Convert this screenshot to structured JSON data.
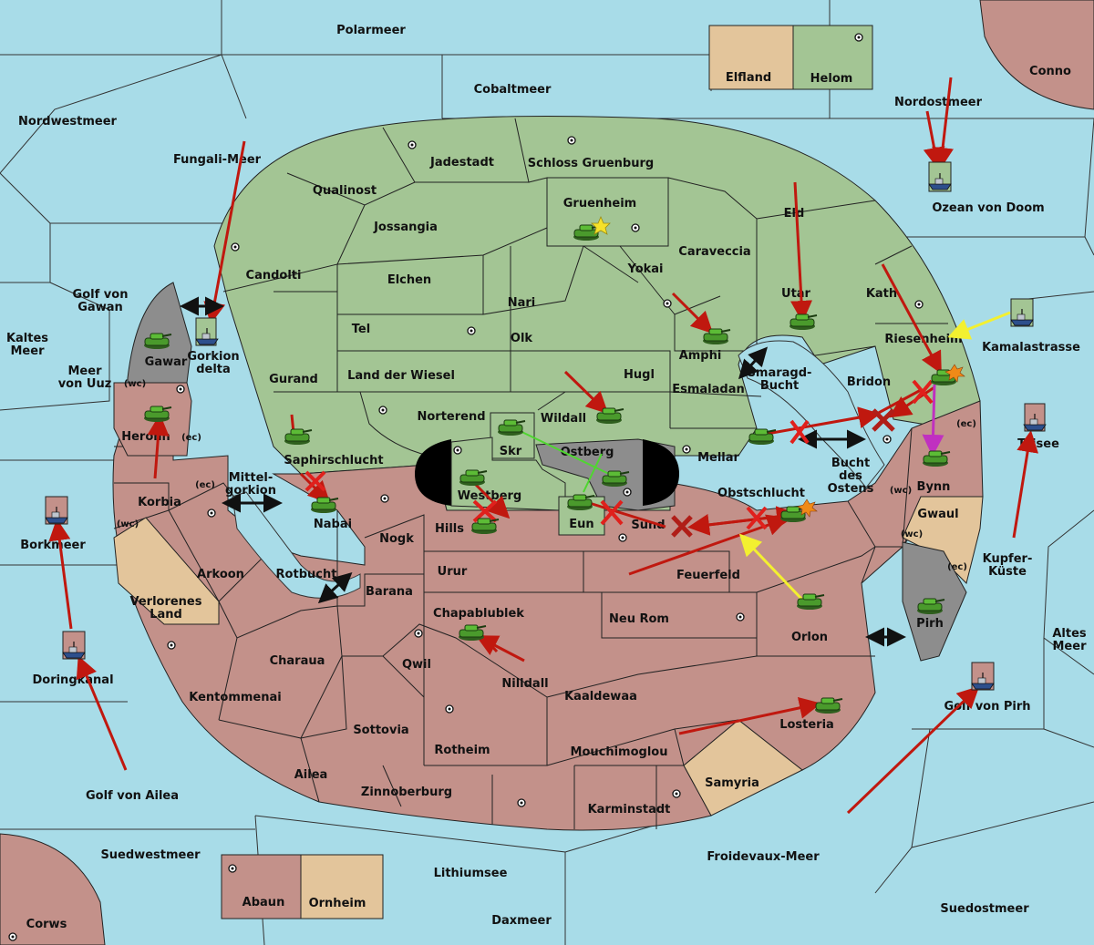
{
  "map": {
    "seas": [
      {
        "name": "Polarmeer"
      },
      {
        "name": "Cobaltmeer"
      },
      {
        "name": "Nordwestmeer"
      },
      {
        "name": "Nordostmeer"
      },
      {
        "name": "Fungali-Meer"
      },
      {
        "name": "Ozean von Doom"
      },
      {
        "name": "Golf von Gawan"
      },
      {
        "name": "Kaltes Meer"
      },
      {
        "name": "Meer von Uuz"
      },
      {
        "name": "Kamalastrasse"
      },
      {
        "name": "Smaragd-Bucht"
      },
      {
        "name": "Bucht des Ostens"
      },
      {
        "name": "Mittel-gorkion"
      },
      {
        "name": "Rotbucht"
      },
      {
        "name": "Borkmeer"
      },
      {
        "name": "Doringkanal"
      },
      {
        "name": "Golf von Ailea"
      },
      {
        "name": "Kupfer-Küste"
      },
      {
        "name": "Altes Meer"
      },
      {
        "name": "Golf von Pirh"
      },
      {
        "name": "Suedwestmeer"
      },
      {
        "name": "Lithiumsee"
      },
      {
        "name": "Daxmeer"
      },
      {
        "name": "Froidevaux-Meer"
      },
      {
        "name": "Suedostmeer"
      },
      {
        "name": "Gorkion delta"
      }
    ],
    "provinces_green": [
      {
        "name": "Elfland"
      },
      {
        "name": "Helom"
      },
      {
        "name": "Jadestadt"
      },
      {
        "name": "Schloss Gruenburg"
      },
      {
        "name": "Qualinost"
      },
      {
        "name": "Gruenheim"
      },
      {
        "name": "Jossangia"
      },
      {
        "name": "Eld"
      },
      {
        "name": "Caraveccia"
      },
      {
        "name": "Candolti"
      },
      {
        "name": "Elchen"
      },
      {
        "name": "Yokai"
      },
      {
        "name": "Nari"
      },
      {
        "name": "Utar"
      },
      {
        "name": "Kath"
      },
      {
        "name": "Tel"
      },
      {
        "name": "Olk"
      },
      {
        "name": "Amphi"
      },
      {
        "name": "Riesenheim"
      },
      {
        "name": "Gurand"
      },
      {
        "name": "Land der Wiesel"
      },
      {
        "name": "Hugl"
      },
      {
        "name": "Esmaladan"
      },
      {
        "name": "Norterend"
      },
      {
        "name": "Wildall"
      },
      {
        "name": "Skr"
      },
      {
        "name": "Mellar"
      },
      {
        "name": "Saphirschlucht"
      },
      {
        "name": "Westberg"
      },
      {
        "name": "Eun"
      }
    ],
    "provinces_red": [
      {
        "name": "Conno"
      },
      {
        "name": "Heronn"
      },
      {
        "name": "Korbia"
      },
      {
        "name": "Nabai"
      },
      {
        "name": "Hills"
      },
      {
        "name": "Nogk"
      },
      {
        "name": "Sund"
      },
      {
        "name": "Obstschlucht"
      },
      {
        "name": "Bridon"
      },
      {
        "name": "Bynn"
      },
      {
        "name": "Urur"
      },
      {
        "name": "Feuerfeld"
      },
      {
        "name": "Arkoon"
      },
      {
        "name": "Barana"
      },
      {
        "name": "Chapablublek"
      },
      {
        "name": "Neu Rom"
      },
      {
        "name": "Orlon"
      },
      {
        "name": "Charaua"
      },
      {
        "name": "Qwil"
      },
      {
        "name": "Nilldall"
      },
      {
        "name": "Kaaldewaa"
      },
      {
        "name": "Kentommenai"
      },
      {
        "name": "Sottovia"
      },
      {
        "name": "Rotheim"
      },
      {
        "name": "Mouchimoglou"
      },
      {
        "name": "Losteria"
      },
      {
        "name": "Ailea"
      },
      {
        "name": "Zinnoberburg"
      },
      {
        "name": "Karminstadt"
      },
      {
        "name": "Abaun"
      },
      {
        "name": "Corws"
      },
      {
        "name": "Teisee"
      }
    ],
    "provinces_neutral": [
      {
        "name": "Verlorenes Land"
      },
      {
        "name": "Gwaul"
      },
      {
        "name": "Samyria"
      },
      {
        "name": "Ornheim"
      }
    ],
    "provinces_gray": [
      {
        "name": "Gawar"
      },
      {
        "name": "Ostberg"
      },
      {
        "name": "Pirh"
      }
    ],
    "coast_tags": [
      "(wc)",
      "(ec)"
    ],
    "colors": {
      "sea": "#a8dce8",
      "player_green": "#a3c594",
      "player_red": "#c3918a",
      "neutral": "#e3c59b",
      "impassable": "#8d8d8d",
      "move_order": "#c0180f",
      "support_order": "#f3f030",
      "retreat_order": "#c030c0",
      "support_hold": "#4fd630"
    },
    "icons": [
      "army-tank-icon",
      "fleet-ship-icon",
      "supply-center-icon",
      "star-icon",
      "explosion-icon",
      "bounce-x-icon"
    ]
  }
}
